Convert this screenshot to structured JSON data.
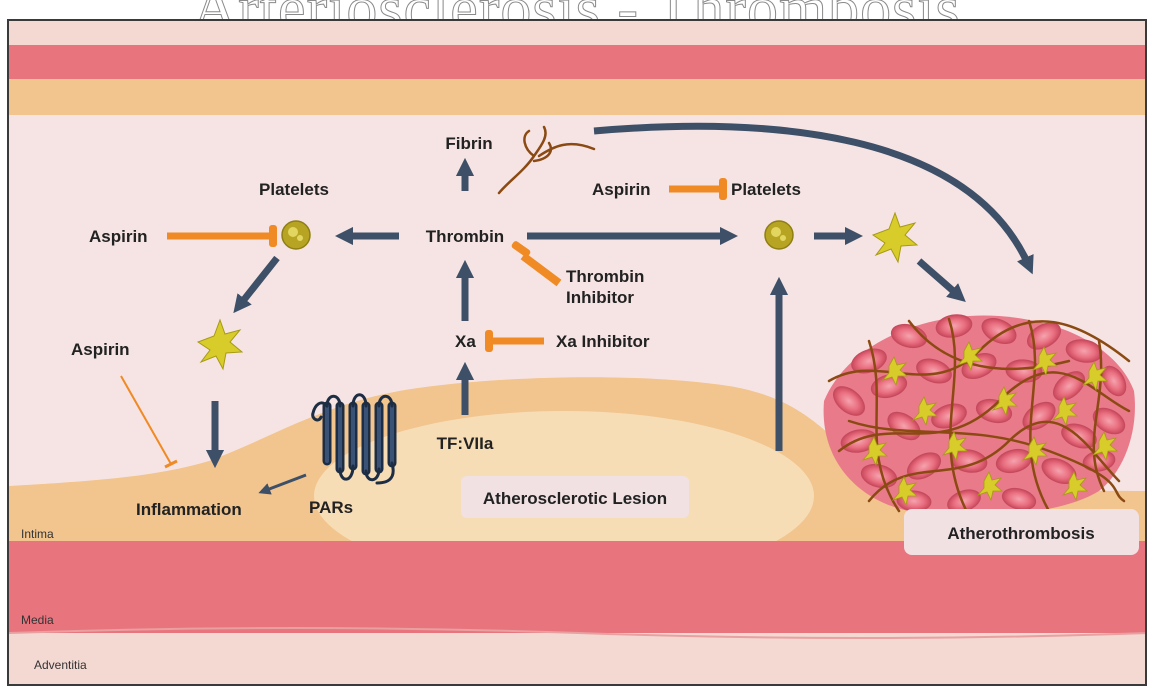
{
  "title": "Arteriosclerosis - Thrombosis",
  "labels": {
    "fibrin": "Fibrin",
    "platelets_left": "Platelets",
    "platelets_right": "Platelets",
    "aspirin_left": "Aspirin",
    "aspirin_right": "Aspirin",
    "aspirin_lower": "Aspirin",
    "thrombin": "Thrombin",
    "thrombin_inhibitor_line1": "Thrombin",
    "thrombin_inhibitor_line2": "Inhibitor",
    "xa": "Xa",
    "xa_inhibitor": "Xa Inhibitor",
    "tf_viia": "TF:VIIa",
    "inflammation": "Inflammation",
    "pars": "PARs",
    "atherosclerotic_lesion": "Atherosclerotic Lesion",
    "atherothrombosis": "Atherothrombosis",
    "intima": "Intima",
    "media": "Media",
    "adventitia": "Adventitia"
  },
  "colors": {
    "arrow": "#3d5068",
    "inhibitor": "#f08a24",
    "platelet": "#b6a422",
    "lumen": "#f6e4e4",
    "intima": "#f2c48e",
    "media": "#e8747e",
    "lesion": "#f7ddb6"
  }
}
